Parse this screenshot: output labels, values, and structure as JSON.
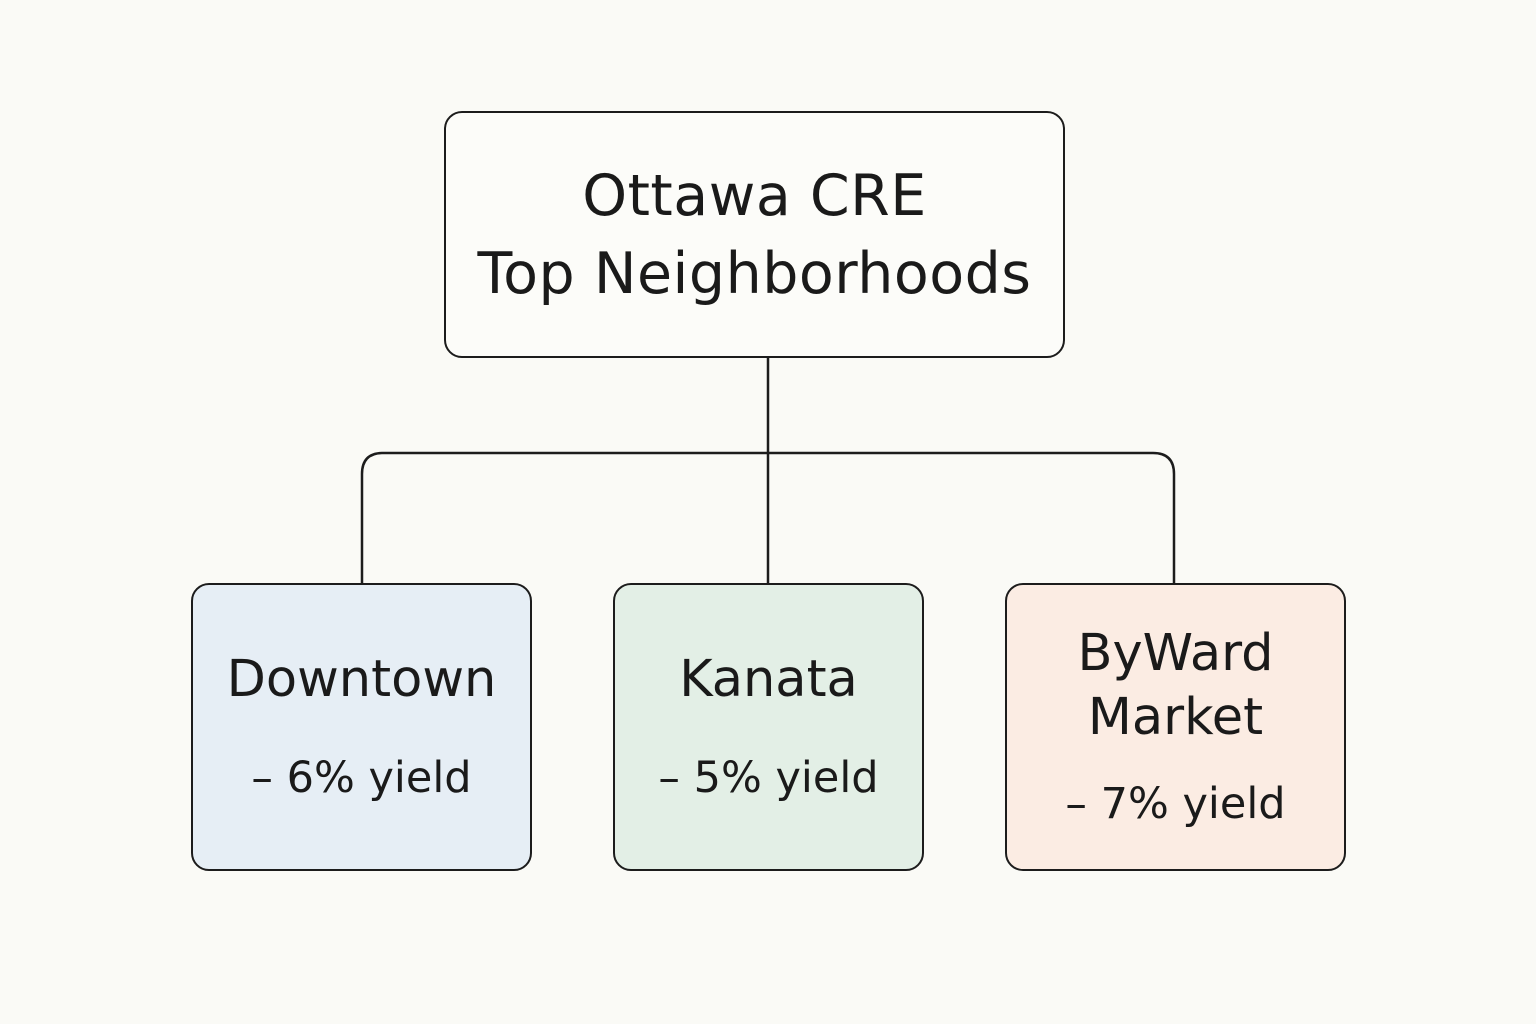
{
  "root": {
    "title_line1": "Ottawa CRE",
    "title_line2": "Top Neighborhoods"
  },
  "children": [
    {
      "name": "Downtown",
      "yield": "– 6% yield",
      "color": "#e6eef5"
    },
    {
      "name": "Kanata",
      "yield": "– 5% yield",
      "color": "#e3efe6"
    },
    {
      "name": "ByWard Market",
      "name_line1": "ByWard",
      "name_line2": "Market",
      "yield": "– 7% yield",
      "color": "#fbece3"
    }
  ],
  "colors": {
    "background": "#fafaf6",
    "stroke": "#1c1c1c"
  }
}
